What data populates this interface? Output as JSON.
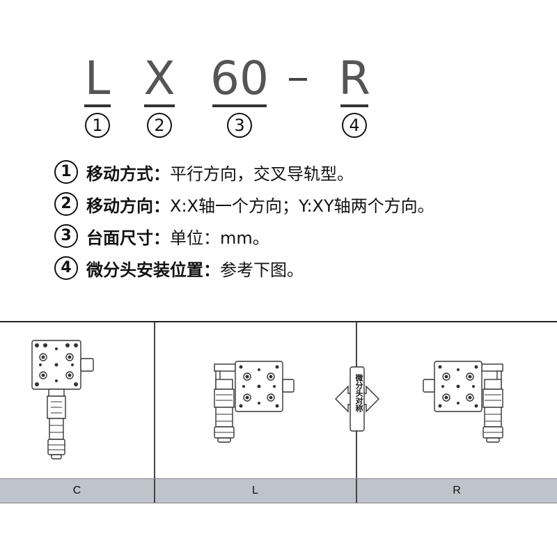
{
  "model_code": {
    "parts": [
      {
        "letter": "L",
        "num": "1"
      },
      {
        "letter": "X",
        "num": "2"
      },
      {
        "letter": "60",
        "num": "3"
      },
      {
        "letter": "R",
        "num": "4"
      }
    ],
    "separator": "-"
  },
  "descriptions": [
    {
      "num": "1",
      "label": "移动方式：",
      "value": "平行方向，交叉导轨型。"
    },
    {
      "num": "2",
      "label": "移动方向：",
      "value": "X:X轴一个方向；Y:XY轴两个方向。"
    },
    {
      "num": "3",
      "label": "台面尺寸：",
      "value": "单位：mm。"
    },
    {
      "num": "4",
      "label": "微分头安装位置：",
      "value": "参考下图。"
    }
  ],
  "diagram": {
    "labels": [
      "C",
      "L",
      "R"
    ],
    "symmetry_badge": "微分头对称",
    "colors": {
      "line": "#333333",
      "label_bar": "#bfc3cc"
    }
  }
}
